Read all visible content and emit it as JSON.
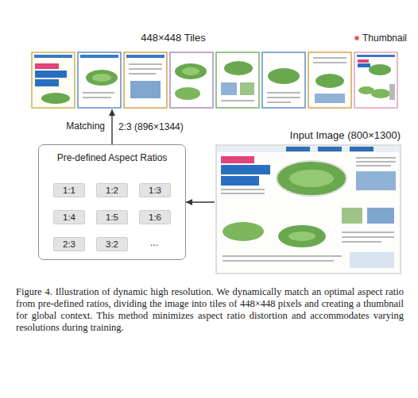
{
  "diagram": {
    "caption": "Figure 4. Illustration of dynamic high resolution. We dynamically match an optimal aspect ratio from pre-defined ratios, dividing the image into tiles of 448×448 pixels and creating a thumbnail for global context. This method minimizes aspect ratio distortion and accommodates varying resolutions during training.",
    "nodes": [
      {
        "text": [
          "Pre-defined Aspect Ratios"
        ]
      },
      {
        "text": [
          "1:1"
        ],
        "in": 0
      },
      {
        "text": [
          "1:2"
        ],
        "in": 0
      },
      {
        "text": [
          "1:3"
        ],
        "in": 0
      },
      {
        "text": [
          "1:4"
        ],
        "in": 0
      },
      {
        "text": [
          "1:5"
        ],
        "in": 0
      },
      {
        "text": [
          "1:6"
        ],
        "in": 0
      },
      {
        "text": [
          "2:3"
        ],
        "in": 0
      },
      {
        "text": [
          "3:2"
        ],
        "in": 0
      },
      {
        "text": [
          "Input Image (800×1300)"
        ]
      },
      {
        "text": [
          "448×448 Tiles"
        ]
      }
    ],
    "edges": [
      {
        "from": 9,
        "to": 0,
        "arrow": "to"
      },
      {
        "from": 0,
        "to": 10,
        "label": "2:3 (896×1344)",
        "arrow": "to"
      }
    ],
    "labels": [
      "Thumbnail",
      "Matching",
      "..."
    ]
  }
}
